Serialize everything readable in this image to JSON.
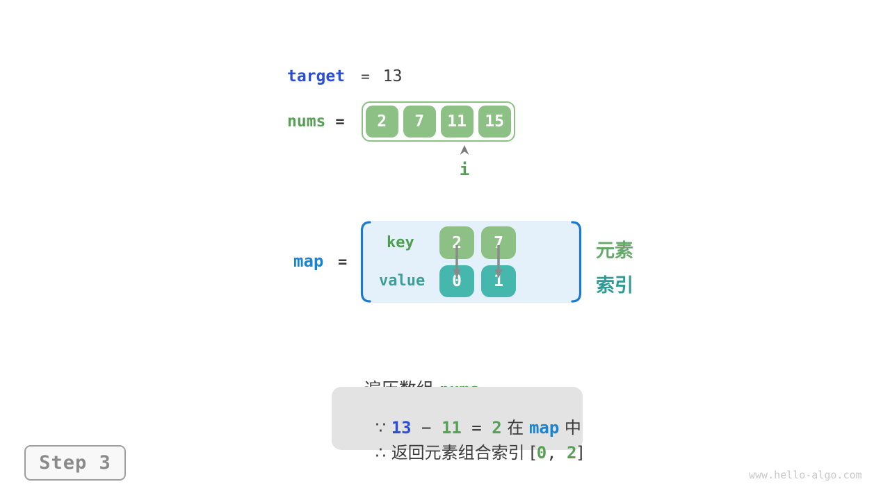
{
  "palette": {
    "array_green": "#8CC084",
    "value_teal": "#45B7AC",
    "panel_blue_fill": "#E4F1FA",
    "bracket_blue": "#1B7AD0",
    "target_blue": "#2B4ED4",
    "map_blue": "#1786D2",
    "code_green": "#56A156",
    "teal_text": "#2E9C94",
    "dark_text": "#3B3B3B",
    "step_gray": "#8A8A8A",
    "deduction_bg": "#E3E3E3",
    "arrow_gray": "#8A8A8A"
  },
  "target": {
    "label": "target",
    "equals": "=",
    "value": "13"
  },
  "nums": {
    "label": "nums",
    "equals": "=",
    "values": [
      "2",
      "7",
      "11",
      "15"
    ],
    "pointer_label": "i",
    "pointer_index": 2
  },
  "map": {
    "label": "map",
    "equals": "=",
    "key_label": "key",
    "value_label": "value",
    "entries": [
      {
        "key": "2",
        "value": "0"
      },
      {
        "key": "7",
        "value": "1"
      }
    ],
    "legend": {
      "element": "元素",
      "index": "索引"
    }
  },
  "caption": {
    "prefix": "遍历数组 ",
    "code": "nums",
    "suffix": " ,"
  },
  "deduction": {
    "line1": [
      {
        "t": "∵ ",
        "c": "dark"
      },
      {
        "t": "13",
        "c": "royal"
      },
      {
        "t": " − ",
        "c": "dark"
      },
      {
        "t": "11",
        "c": "green"
      },
      {
        "t": " = ",
        "c": "dark"
      },
      {
        "t": "2",
        "c": "green"
      },
      {
        "t": " 在 ",
        "c": "dark"
      },
      {
        "t": "map",
        "c": "azure"
      },
      {
        "t": " 中",
        "c": "dark"
      }
    ],
    "line2": [
      {
        "t": "∴ ",
        "c": "dark"
      },
      {
        "t": "返回元素组合索引 [",
        "c": "dark"
      },
      {
        "t": "0",
        "c": "green"
      },
      {
        "t": ", ",
        "c": "dark"
      },
      {
        "t": "2",
        "c": "green"
      },
      {
        "t": "]",
        "c": "dark"
      }
    ]
  },
  "step": {
    "label": "Step 3"
  },
  "watermark": "www.hello-algo.com"
}
